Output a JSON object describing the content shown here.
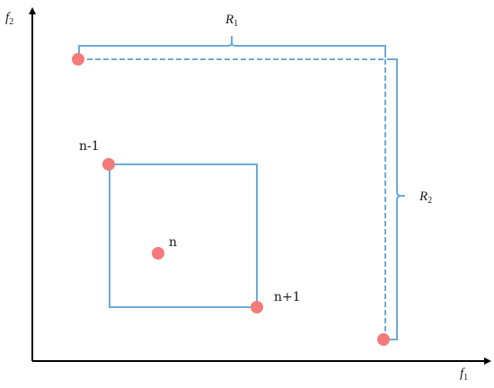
{
  "axes": {
    "x_label": "f",
    "x_label_sub": "1",
    "y_label": "f",
    "y_label_sub": "2"
  },
  "points": [
    {
      "label": "n-1"
    },
    {
      "label": "n"
    },
    {
      "label": "n+1"
    }
  ],
  "ranges": [
    {
      "label": "R",
      "sub": "1"
    },
    {
      "label": "R",
      "sub": "2"
    }
  ],
  "colors": {
    "line": "#6aaad6",
    "point": "#f47a7a",
    "axis": "#000000"
  }
}
